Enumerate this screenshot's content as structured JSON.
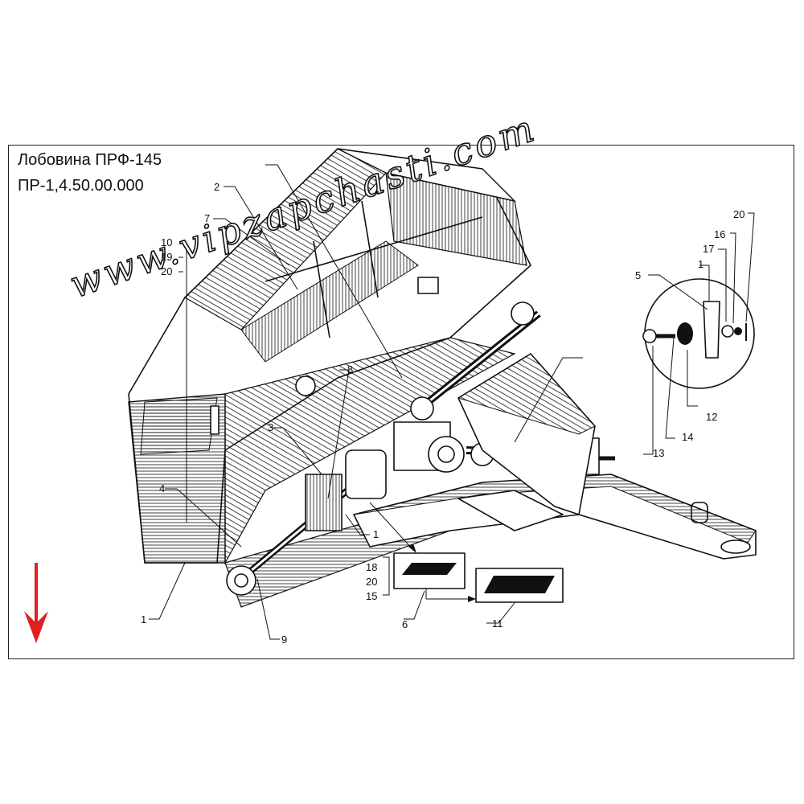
{
  "title": {
    "line1": "Лобовина ПРФ-145",
    "line2": "ПР-1,4.50.00.000"
  },
  "watermark": "www.vipzapchasti.com",
  "callouts": {
    "c1a": "1",
    "c1b": "1",
    "c1c": "1",
    "c2": "2",
    "c3": "3",
    "c4": "4",
    "c5": "5",
    "c6": "6",
    "c7": "7",
    "c8": "8",
    "c9": "9",
    "c10": "10",
    "c11": "11",
    "c12": "12",
    "c13": "13",
    "c14": "14",
    "c15": "15",
    "c16": "16",
    "c17": "17",
    "c18": "18",
    "c19": "19",
    "c20a": "20",
    "c20b": "20",
    "c20c": "20"
  },
  "colors": {
    "arrow": "#e02020",
    "ink": "#111111"
  },
  "icons": {
    "down_arrow": "down-arrow-icon"
  }
}
